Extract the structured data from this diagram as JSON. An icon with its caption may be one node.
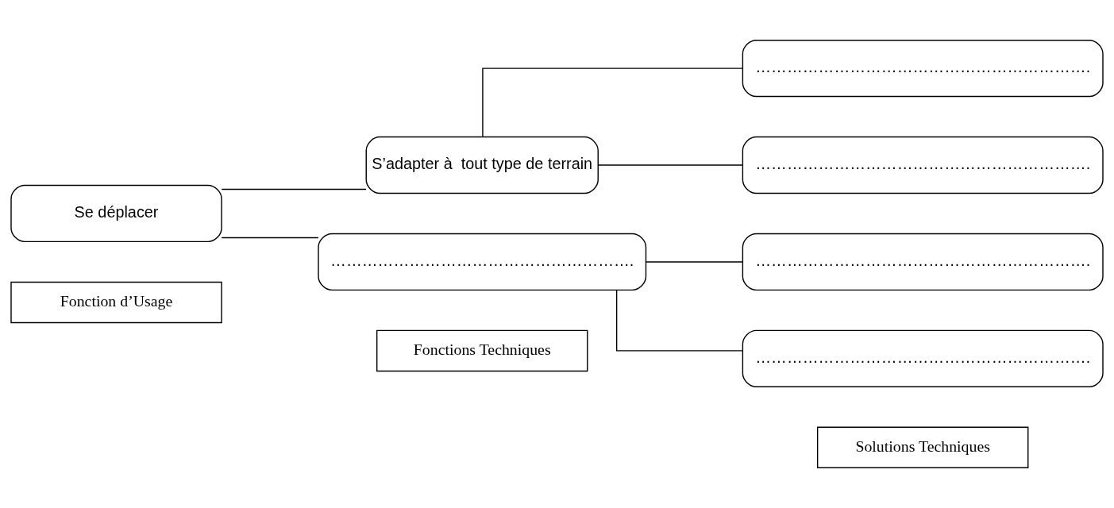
{
  "diagram": {
    "nodes": [
      {
        "text": [
          "Fonction d’Usage"
        ]
      },
      {
        "text": [
          "Fonctions Techniques"
        ]
      },
      {
        "text": [
          "Solutions Techniques"
        ]
      },
      {
        "text": [
          "Se déplacer"
        ]
      },
      {
        "text": [
          "S’adapter à  tout type de terrain"
        ]
      },
      {
        "text": [
          "………………………………………………………."
        ]
      },
      {
        "text": [
          "………………………………………………………."
        ]
      },
      {
        "text": [
          "…………………………………………………."
        ]
      },
      {
        "text": [
          "………………………………………………………."
        ]
      },
      {
        "text": [
          "………………………………………………………."
        ]
      }
    ],
    "edges": [
      {
        "from": 3,
        "to": 4,
        "arrow": "none"
      },
      {
        "from": 3,
        "to": 7,
        "arrow": "none"
      },
      {
        "from": 4,
        "to": 5,
        "arrow": "none"
      },
      {
        "from": 4,
        "to": 6,
        "arrow": "none"
      },
      {
        "from": 7,
        "to": 8,
        "arrow": "none"
      },
      {
        "from": 7,
        "to": 9,
        "arrow": "none"
      }
    ]
  }
}
